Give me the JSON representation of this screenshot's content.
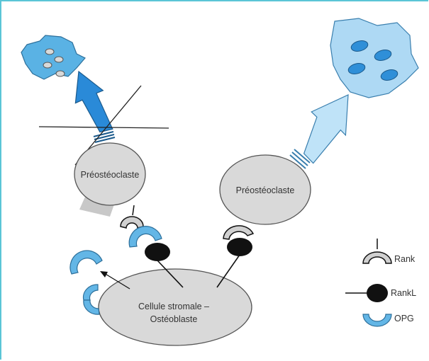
{
  "labels": {
    "preosteoclast_left": "Préostéoclaste",
    "preosteoclast_right": "Préostéoclaste",
    "stromal_line1": "Cellule stromale –",
    "stromal_line2": "Ostéoblaste"
  },
  "legend": [
    {
      "icon": "rank-receptor-icon",
      "label": "Rank"
    },
    {
      "icon": "rankl-ligand-icon",
      "label": "RankL"
    },
    {
      "icon": "opg-decoy-icon",
      "label": "OPG"
    }
  ],
  "colors": {
    "frame": "#5bc5d6",
    "cell_fill": "#d9d9d9",
    "cell_stroke": "#555555",
    "opg_blue": "#63b6e6",
    "arrow_dark_blue": "#2a8ad8",
    "arrow_light_blue": "#bfe3f8",
    "osteoclast_dark": "#5ab2e4",
    "osteoclast_light": "#aed9f4",
    "rankl_black": "#111111"
  }
}
